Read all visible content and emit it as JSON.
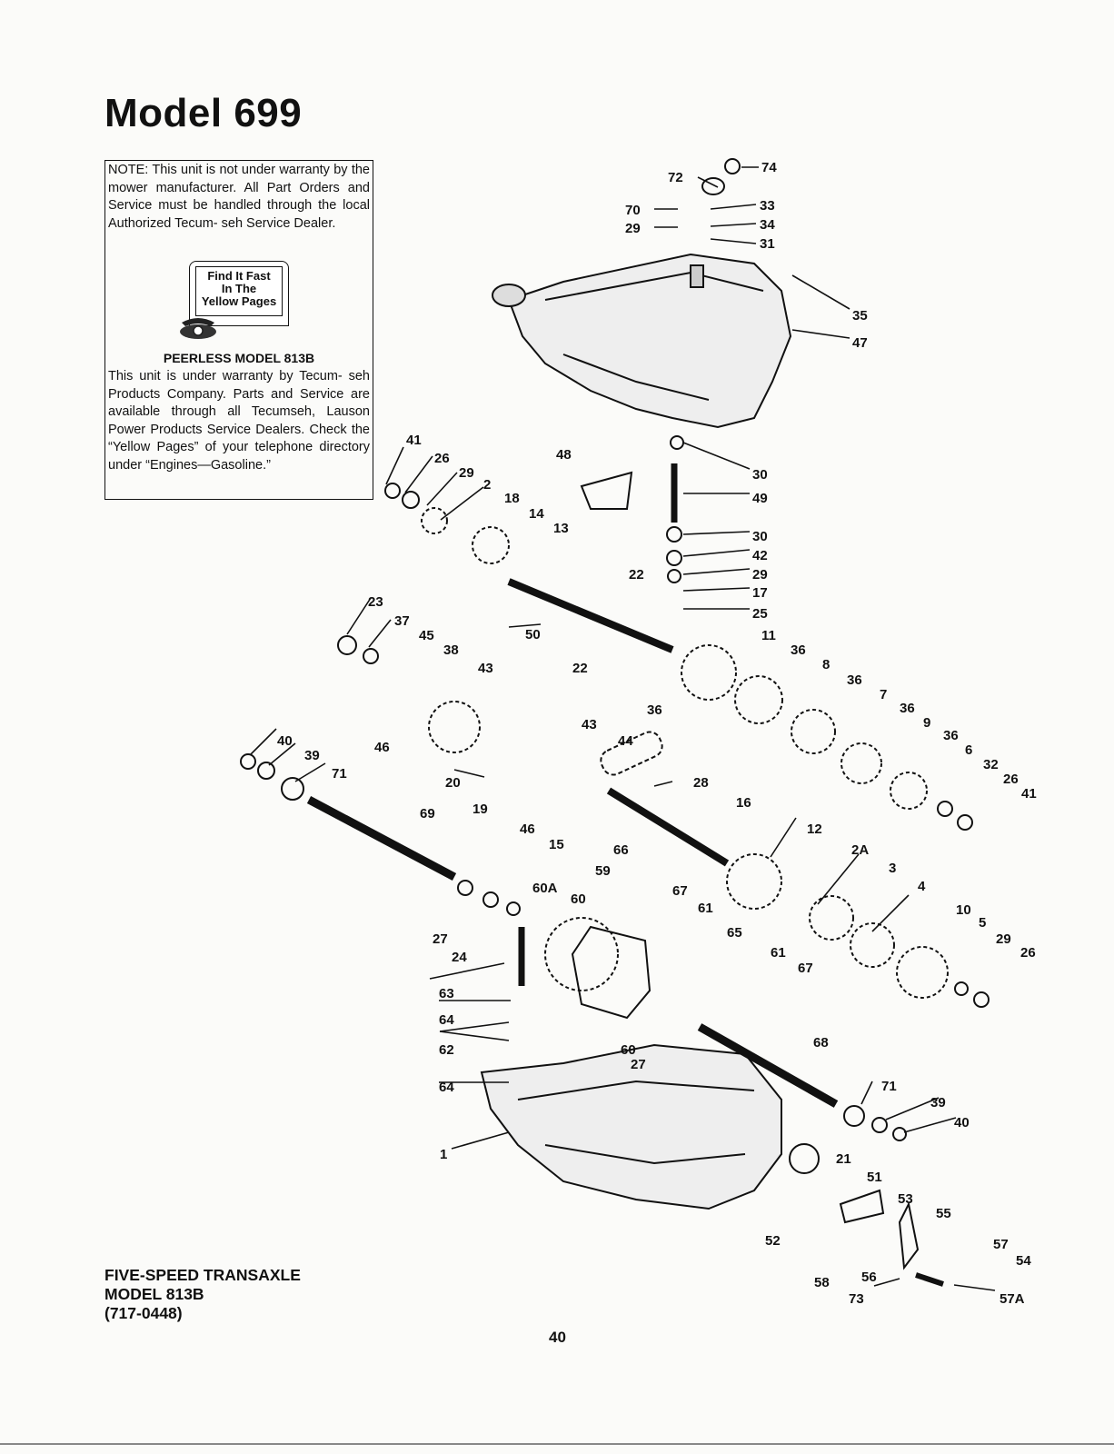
{
  "title": "Model 699",
  "info_box": {
    "warranty_note": "NOTE: This unit is not under warranty by the mower manufacturer. All Part Orders and Service must be handled through the local Authorized Tecum- seh Service Dealer.",
    "yellow_pages": [
      "Find It Fast",
      "In The",
      "Yellow Pages"
    ],
    "peerless_heading": "PEERLESS MODEL 813B",
    "peerless_warranty": "This unit is under warranty by Tecum- seh Products Company. Parts and Service are available through all Tecumseh, Lauson Power Products Service Dealers. Check the “Yellow Pages” of your telephone directory under “Engines—Gasoline.”"
  },
  "caption": [
    "FIVE-SPEED TRANSAXLE",
    "MODEL 813B",
    "(717-0448)"
  ],
  "page_number": "40",
  "callouts": [
    "74",
    "72",
    "70",
    "33",
    "29",
    "34",
    "31",
    "35",
    "47",
    "30",
    "48",
    "49",
    "41",
    "26",
    "29",
    "2",
    "18",
    "14",
    "13",
    "30",
    "42",
    "29",
    "17",
    "22",
    "25",
    "23",
    "37",
    "45",
    "38",
    "50",
    "11",
    "43",
    "36",
    "8",
    "22",
    "36",
    "36",
    "7",
    "36",
    "9",
    "36",
    "6",
    "32",
    "26",
    "41",
    "40",
    "39",
    "46",
    "43",
    "44",
    "71",
    "20",
    "19",
    "28",
    "46",
    "15",
    "69",
    "16",
    "12",
    "66",
    "59",
    "2A",
    "60A",
    "60",
    "67",
    "3",
    "4",
    "61",
    "10",
    "5",
    "65",
    "29",
    "26",
    "27",
    "24",
    "61",
    "67",
    "63",
    "64",
    "62",
    "60",
    "27",
    "68",
    "64",
    "71",
    "39",
    "40",
    "1",
    "21",
    "51",
    "53",
    "55",
    "52",
    "57",
    "58",
    "56",
    "54",
    "73",
    "57A"
  ]
}
